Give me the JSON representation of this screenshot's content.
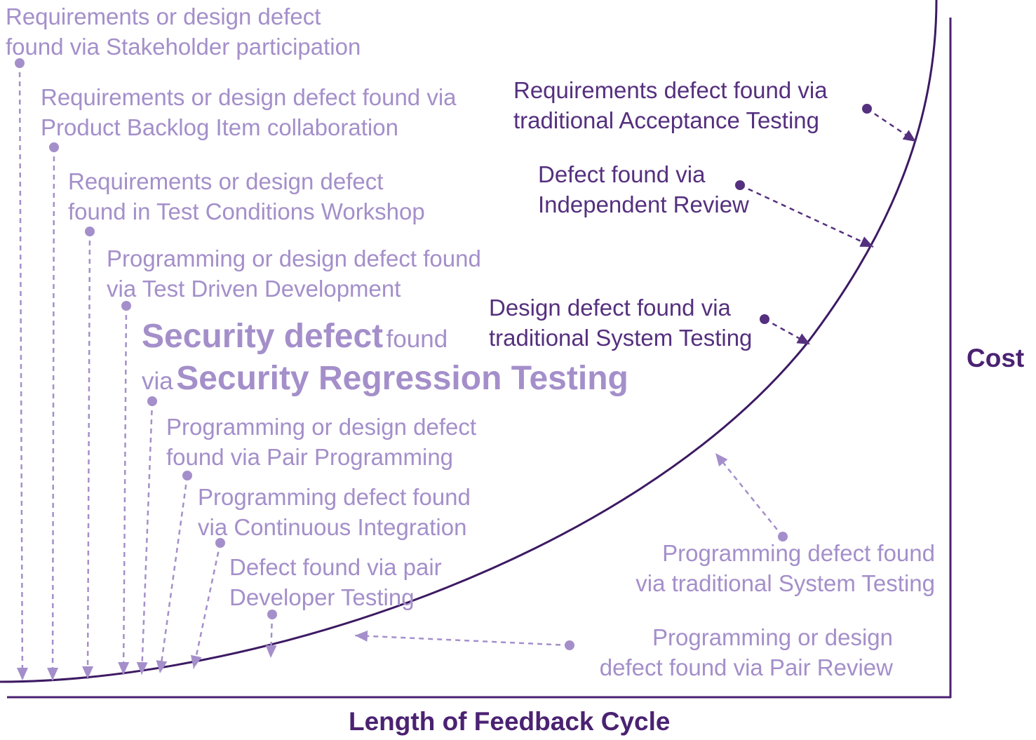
{
  "axes": {
    "x_title": "Length of Feedback Cycle",
    "y_title": "Cost"
  },
  "colors": {
    "light_purple": "#a48fca",
    "dark_purple": "#55307e",
    "axis_purple": "#4b2272"
  },
  "annotations": {
    "stakeholder": [
      "Requirements or design defect",
      "found via Stakeholder participation"
    ],
    "pbi": [
      "Requirements or design defect found via",
      "Product Backlog Item collaboration"
    ],
    "tcw": [
      "Requirements or design defect",
      "found in Test Conditions Workshop"
    ],
    "tdd": [
      "Programming or design defect found",
      "via Test Driven Development"
    ],
    "security": {
      "part1": "Security defect",
      "part2": "found",
      "part3": "via",
      "part4": "Security Regression Testing"
    },
    "pair_programming": [
      "Programming or design defect",
      "found via Pair Programming"
    ],
    "ci": [
      "Programming defect found",
      "via Continuous Integration"
    ],
    "pair_dev_testing": [
      "Defect found via pair",
      "Developer Testing"
    ],
    "pair_review": [
      "Programming or design",
      "defect found via Pair Review"
    ],
    "trad_system_prog": [
      "Programming defect found",
      "via traditional System Testing"
    ],
    "trad_system_design": [
      "Design defect found via",
      "traditional System Testing"
    ],
    "independent_review": [
      "Defect found via",
      "Independent Review"
    ],
    "acceptance": [
      "Requirements defect found via",
      "traditional Acceptance Testing"
    ]
  }
}
